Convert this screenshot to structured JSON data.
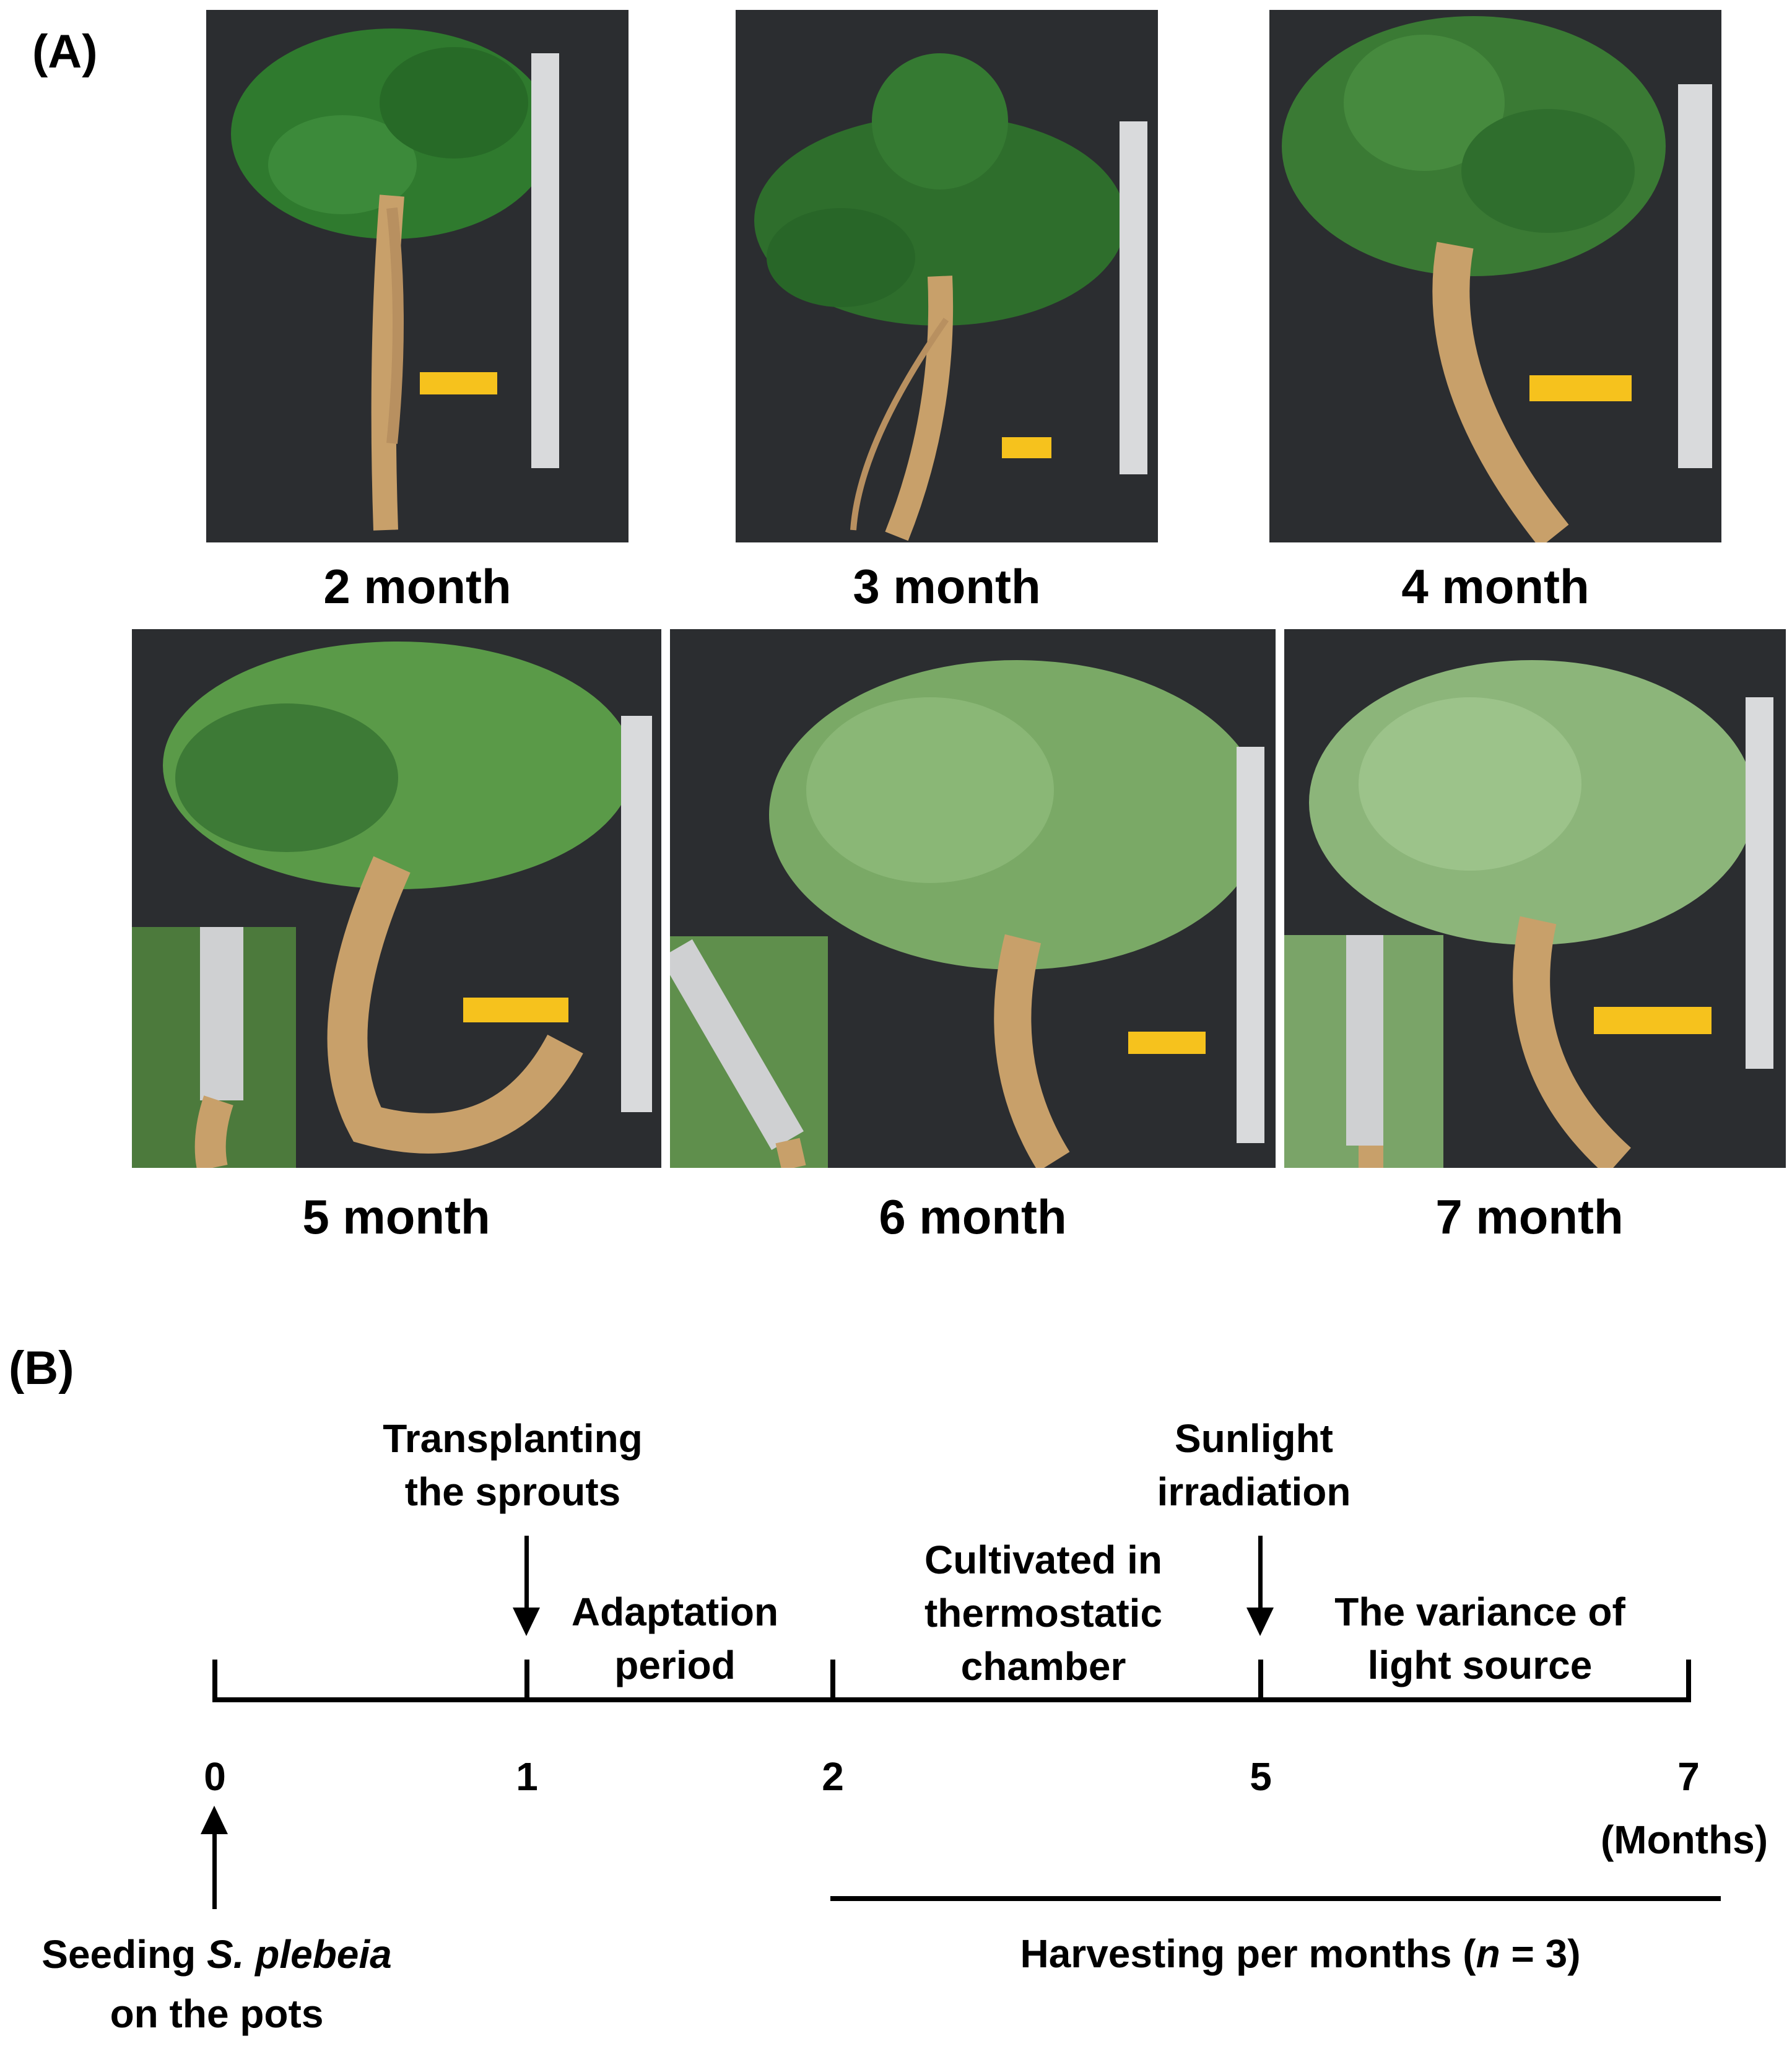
{
  "panel_a": {
    "label": "(A)",
    "photos": [
      {
        "caption": "2 month",
        "leaf": "#2f7a2e"
      },
      {
        "caption": "3 month",
        "leaf": "#2e6e2c"
      },
      {
        "caption": "4 month",
        "leaf": "#3a7a34"
      },
      {
        "caption": "5 month",
        "leaf": "#5a9a48"
      },
      {
        "caption": "6 month",
        "leaf": "#7aa966"
      },
      {
        "caption": "7 month",
        "leaf": "#8cb57a"
      }
    ]
  },
  "panel_b": {
    "label": "(B)",
    "ticks": [
      "0",
      "1",
      "2",
      "5",
      "7"
    ],
    "unit": "(Months)",
    "top_events": {
      "transplanting": {
        "line1": "Transplanting",
        "line2": "the sprouts"
      },
      "sunlight": {
        "line1": "Sunlight",
        "line2": "irradiation"
      }
    },
    "periods": {
      "adaptation": {
        "line1": "Adaptation",
        "line2": "period"
      },
      "thermostatic": {
        "line1": "Cultivated in",
        "line2": "thermostatic",
        "line3": "chamber"
      },
      "light_variance": {
        "line1": "The variance of",
        "line2": "light source"
      }
    },
    "seeding": {
      "prefix": "Seeding ",
      "species": "S. plebeia",
      "line2": "on the pots"
    },
    "harvest": {
      "prefix": "Harvesting per months (",
      "n": "n",
      "suffix": " = 3)"
    }
  },
  "colors": {
    "root": "#c8a06a",
    "ruler": "#d9dadc",
    "tag": "#f6c21d",
    "background": "#2b2d30"
  }
}
